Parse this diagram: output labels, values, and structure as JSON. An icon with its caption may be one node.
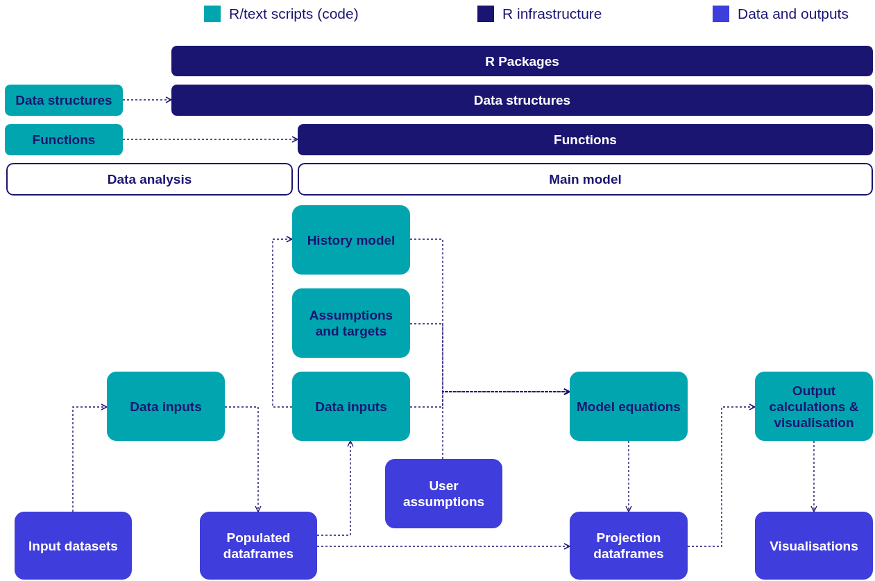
{
  "diagram": {
    "nodes": [
      {
        "text": [
          "R Packages"
        ]
      },
      {
        "text": [
          "Data structures"
        ]
      },
      {
        "text": [
          "Data structures"
        ]
      },
      {
        "text": [
          "Functions"
        ]
      },
      {
        "text": [
          "Functions"
        ]
      },
      {
        "text": [
          "Data analysis"
        ]
      },
      {
        "text": [
          "Main model"
        ]
      },
      {
        "text": [
          "History model"
        ]
      },
      {
        "text": [
          "Assumptions and targets"
        ]
      },
      {
        "text": [
          "Data inputs"
        ]
      },
      {
        "text": [
          "Data inputs"
        ]
      },
      {
        "text": [
          "Model equations"
        ]
      },
      {
        "text": [
          "Output calculations & visualisation"
        ]
      },
      {
        "text": [
          "User assumptions"
        ]
      },
      {
        "text": [
          "Input datasets"
        ]
      },
      {
        "text": [
          "Populated dataframes"
        ]
      },
      {
        "text": [
          "Projection dataframes"
        ]
      },
      {
        "text": [
          "Visualisations"
        ]
      }
    ],
    "edges": [
      {
        "from": 1,
        "to": 2,
        "arrow": "to"
      },
      {
        "from": 3,
        "to": 4,
        "arrow": "to"
      },
      {
        "from": 14,
        "to": 9,
        "arrow": "to"
      },
      {
        "from": 9,
        "to": 15,
        "arrow": "to"
      },
      {
        "from": 15,
        "to": 10,
        "arrow": "to"
      },
      {
        "from": 15,
        "to": 16,
        "arrow": "to"
      },
      {
        "from": 10,
        "to": 7,
        "arrow": "to"
      },
      {
        "from": 7,
        "to": 11,
        "arrow": "to"
      },
      {
        "from": 8,
        "to": 11,
        "arrow": "to"
      },
      {
        "from": 10,
        "to": 11,
        "arrow": "to"
      },
      {
        "from": 13,
        "to": 11,
        "arrow": "to"
      },
      {
        "from": 11,
        "to": 16,
        "arrow": "to"
      },
      {
        "from": 16,
        "to": 12,
        "arrow": "to"
      },
      {
        "from": 12,
        "to": 17,
        "arrow": "to"
      }
    ],
    "legend": [
      {
        "text": "R/text scripts (code)",
        "color": "#00a5b0"
      },
      {
        "text": "R infrastructure",
        "color": "#1a1570"
      },
      {
        "text": "Data and outputs",
        "color": "#3f3ddb"
      }
    ]
  }
}
